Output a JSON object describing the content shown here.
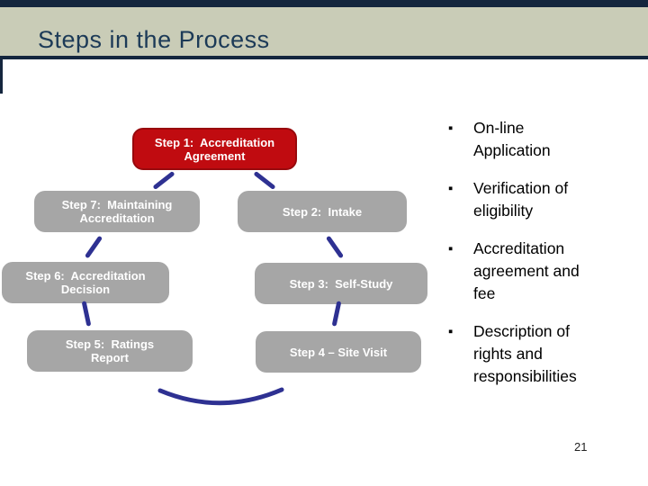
{
  "slide": {
    "title": "Steps in the Process",
    "page_number": "21"
  },
  "diagram": {
    "steps": [
      {
        "label": "Step 1:  Accreditation\nAgreement",
        "highlight": "red"
      },
      {
        "label": "Step 2:  Intake",
        "highlight": "gray"
      },
      {
        "label": "Step 3:  Self-Study",
        "highlight": "gray"
      },
      {
        "label": "Step 4 – Site Visit",
        "highlight": "gray"
      },
      {
        "label": "Step 5:  Ratings\nReport",
        "highlight": "gray"
      },
      {
        "label": "Step 6:  Accreditation\nDecision",
        "highlight": "gray"
      },
      {
        "label": "Step 7:  Maintaining\nAccreditation",
        "highlight": "gray"
      }
    ]
  },
  "bullets": {
    "marker": "▪",
    "items": [
      {
        "text": "On-line\nApplication"
      },
      {
        "text": "Verification of\neligibility"
      },
      {
        "text": "Accreditation\nagreement and\nfee"
      },
      {
        "text": "Description of\nrights and\nresponsibilities"
      }
    ]
  },
  "colors": {
    "header_band": "#C9CCB7",
    "header_line": "#14263E",
    "title_text": "#1C3A57",
    "step_red": "#C00B10",
    "step_gray": "#A6A6A6",
    "connector_navy": "#2E3192",
    "bullet_text": "#000000"
  }
}
